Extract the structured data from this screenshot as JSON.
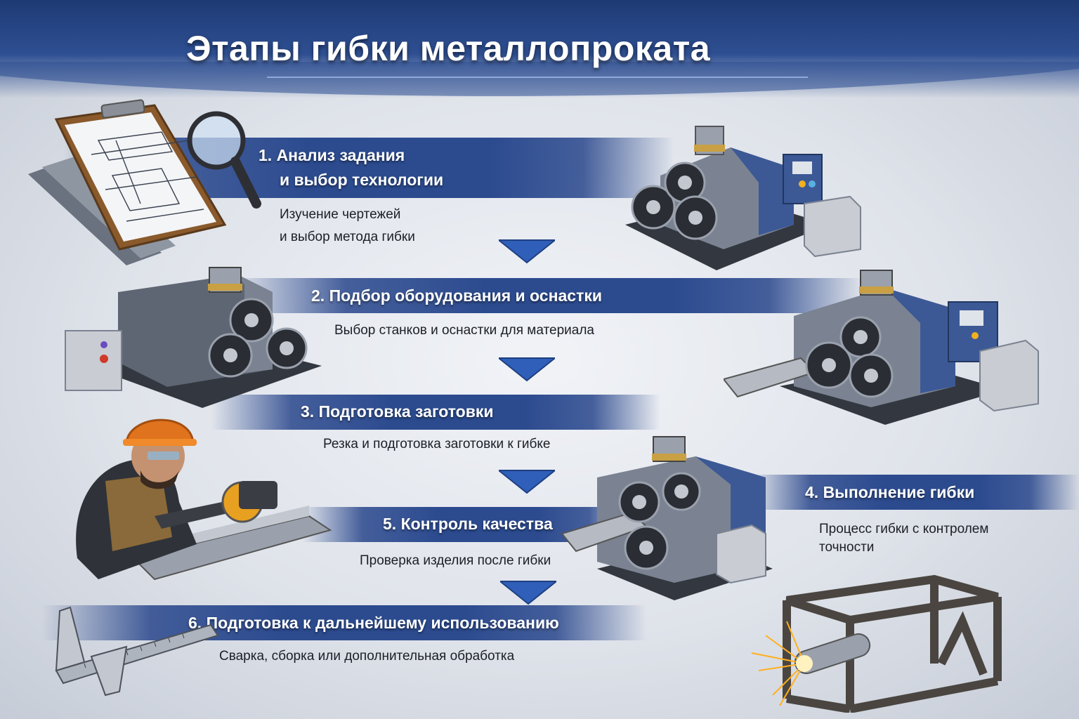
{
  "title": "Этапы гибки металлопроката",
  "steps": [
    {
      "title_line1": "1. Анализ задания",
      "title_line2": "и выбор технологии",
      "desc_line1": "Изучение чертежей",
      "desc_line2": "и выбор метода гибки"
    },
    {
      "title": "2. Подбор оборудования и оснастки",
      "desc": "Выбор станков и оснастки для материала"
    },
    {
      "title": "3. Подготовка заготовки",
      "desc": "Резка и подготовка заготовки к гибке"
    },
    {
      "title": "4. Выполнение гибки",
      "desc_line1": "Процесс гибки с контролем",
      "desc_line2": "точности"
    },
    {
      "title": "5. Контроль качества",
      "desc": "Проверка изделия после гибки"
    },
    {
      "title": "6. Подготовка к дальнейшему использованию",
      "desc": "Сварка, сборка или дополнительная обработка"
    }
  ],
  "colors": {
    "ribbon": "#2c4b8f",
    "arrow": "#2f5fb8",
    "header": "#1e3a74"
  },
  "icons": [
    "clipboard-drawing-icon",
    "magnifier-icon",
    "roll-bending-machine-icon",
    "control-box-icon",
    "worker-grinding-icon",
    "caliper-icon",
    "welded-frame-icon"
  ]
}
